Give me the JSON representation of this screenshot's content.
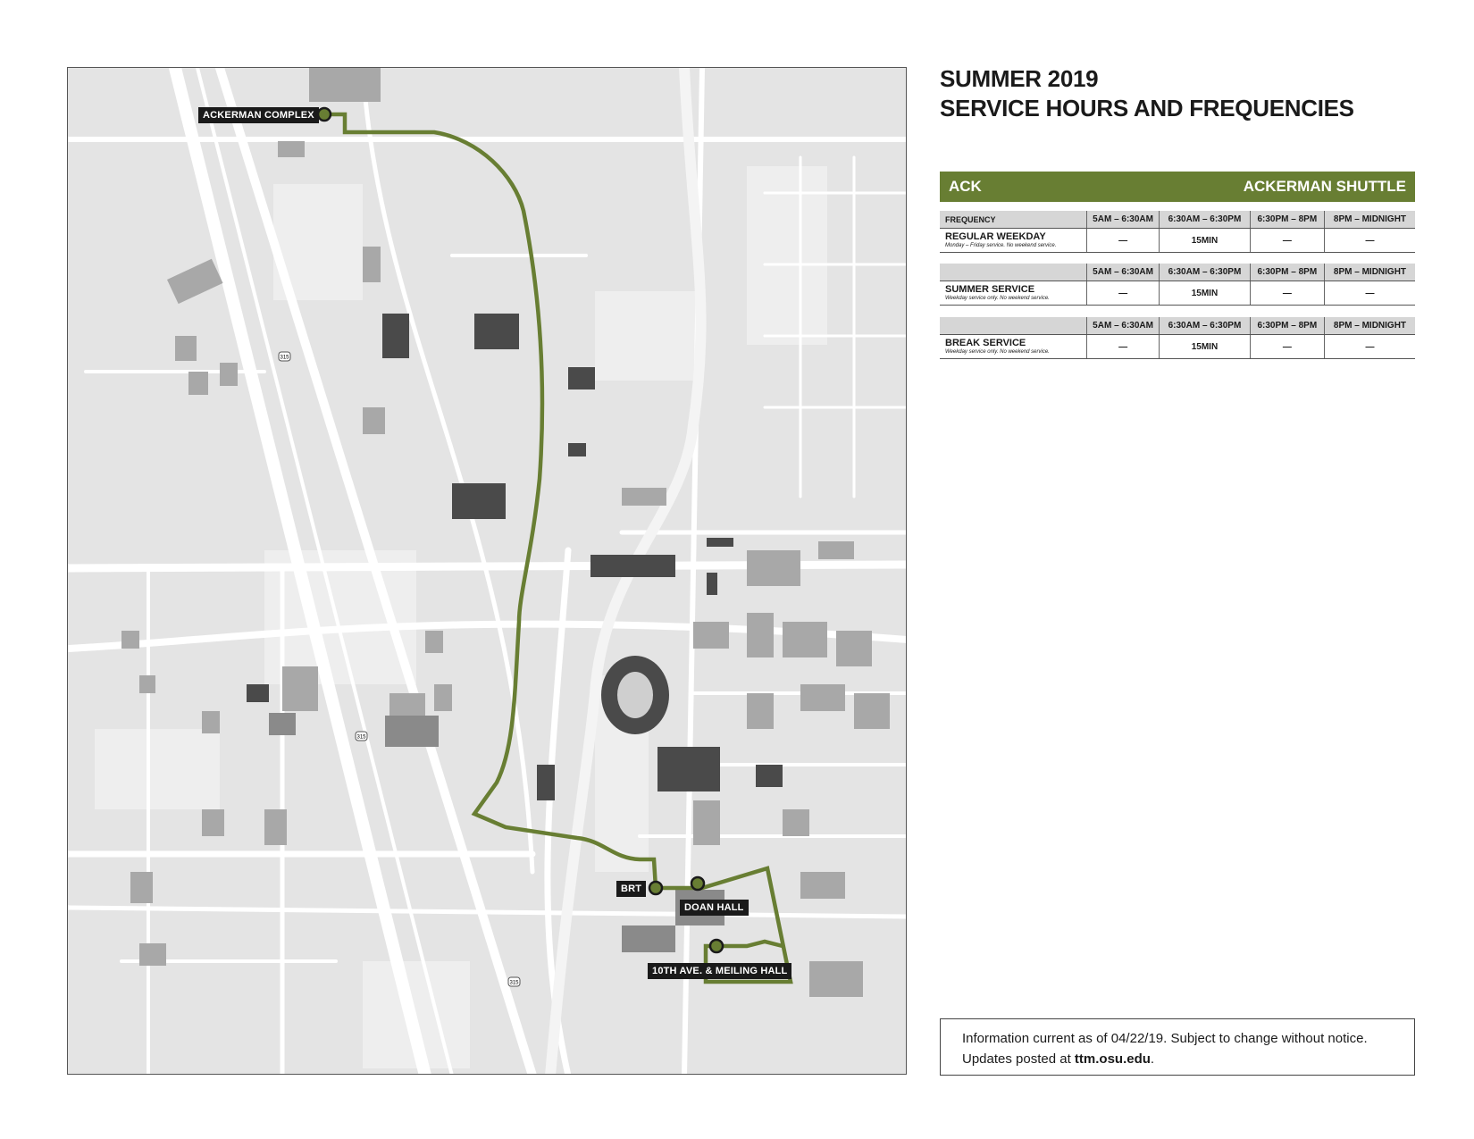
{
  "title": {
    "line1": "SUMMER 2019",
    "line2": "SERVICE HOURS AND FREQUENCIES"
  },
  "route": {
    "code": "ACK",
    "name": "ACKERMAN SHUTTLE",
    "color": "#687e33"
  },
  "schedule": {
    "frequency_label": "FREQUENCY",
    "columns": [
      "5AM – 6:30AM",
      "6:30AM – 6:30PM",
      "6:30PM – 8PM",
      "8PM – MIDNIGHT"
    ],
    "services": [
      {
        "name": "REGULAR WEEKDAY",
        "note": "Monday – Friday service. No weekend service.",
        "values": [
          "—",
          "15MIN",
          "—",
          "—"
        ]
      },
      {
        "name": "SUMMER SERVICE",
        "note": "Weekday service only. No weekend service.",
        "values": [
          "—",
          "15MIN",
          "—",
          "—"
        ]
      },
      {
        "name": "BREAK SERVICE",
        "note": "Weekday service only. No weekend service.",
        "values": [
          "—",
          "15MIN",
          "—",
          "—"
        ]
      }
    ]
  },
  "info": {
    "line1": "Information current as of 04/22/19. Subject to change without notice.",
    "line2_prefix": "Updates posted at ",
    "line2_link": "ttm.osu.edu",
    "line2_suffix": "."
  },
  "map": {
    "stops": {
      "ackerman": "ACKERMAN COMPLEX",
      "brt": "BRT",
      "doan": "DOAN HALL",
      "tenth": "10TH AVE. & MEILING HALL"
    },
    "shields": [
      "315",
      "315",
      "315"
    ]
  }
}
